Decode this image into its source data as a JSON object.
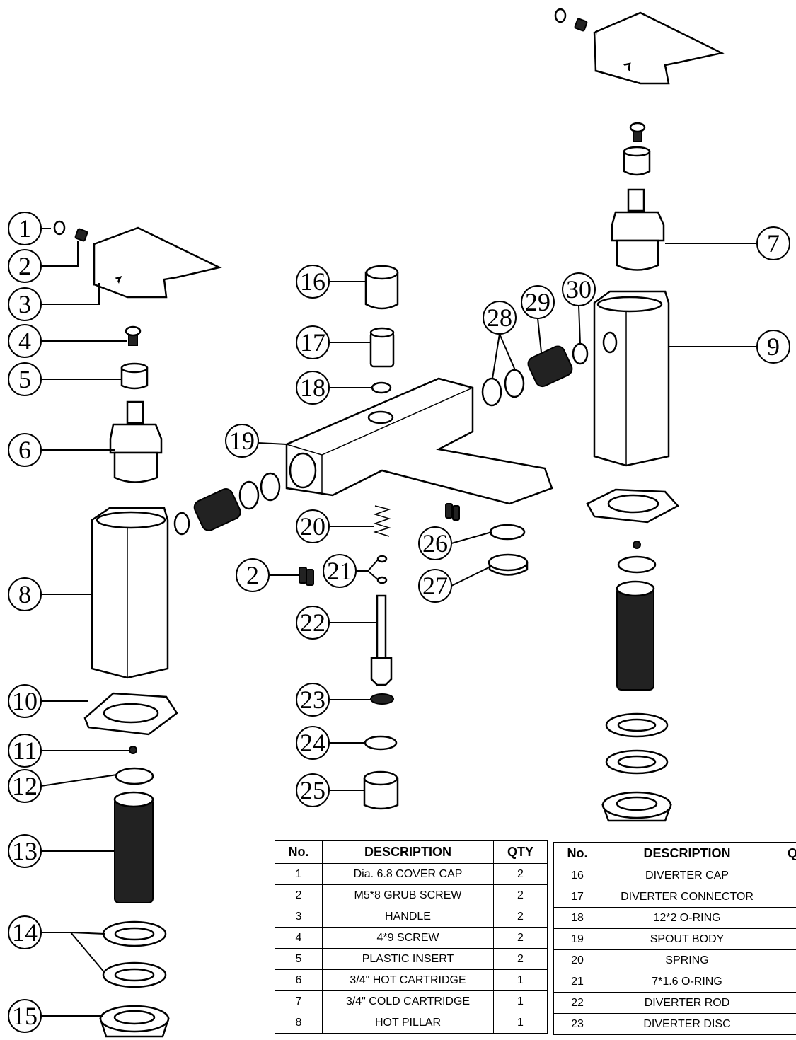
{
  "diagram": {
    "callouts": [
      {
        "num": "1"
      },
      {
        "num": "2"
      },
      {
        "num": "3"
      },
      {
        "num": "4"
      },
      {
        "num": "5"
      },
      {
        "num": "6"
      },
      {
        "num": "7"
      },
      {
        "num": "8"
      },
      {
        "num": "9"
      },
      {
        "num": "10"
      },
      {
        "num": "11"
      },
      {
        "num": "12"
      },
      {
        "num": "13"
      },
      {
        "num": "14"
      },
      {
        "num": "15"
      },
      {
        "num": "16"
      },
      {
        "num": "17"
      },
      {
        "num": "18"
      },
      {
        "num": "19"
      },
      {
        "num": "20"
      },
      {
        "num": "2"
      },
      {
        "num": "21"
      },
      {
        "num": "22"
      },
      {
        "num": "23"
      },
      {
        "num": "24"
      },
      {
        "num": "25"
      },
      {
        "num": "26"
      },
      {
        "num": "27"
      },
      {
        "num": "28"
      },
      {
        "num": "29"
      },
      {
        "num": "30"
      }
    ]
  },
  "table_left": {
    "headers": {
      "no": "No.",
      "description": "DESCRIPTION",
      "qty": "QTY"
    },
    "rows": [
      {
        "no": "1",
        "description": "Dia. 6.8  COVER CAP",
        "qty": "2"
      },
      {
        "no": "2",
        "description": "M5*8  GRUB SCREW",
        "qty": "2"
      },
      {
        "no": "3",
        "description": "HANDLE",
        "qty": "2"
      },
      {
        "no": "4",
        "description": "4*9  SCREW",
        "qty": "2"
      },
      {
        "no": "5",
        "description": "PLASTIC INSERT",
        "qty": "2"
      },
      {
        "no": "6",
        "description": "3/4\" HOT CARTRIDGE",
        "qty": "1"
      },
      {
        "no": "7",
        "description": "3/4\" COLD CARTRIDGE",
        "qty": "1"
      },
      {
        "no": "8",
        "description": "HOT PILLAR",
        "qty": "1"
      }
    ]
  },
  "table_right": {
    "headers": {
      "no": "No.",
      "description": "DESCRIPTION",
      "qty": "Q"
    },
    "rows": [
      {
        "no": "16",
        "description": "DIVERTER CAP",
        "qty": ""
      },
      {
        "no": "17",
        "description": "DIVERTER CONNECTOR",
        "qty": ""
      },
      {
        "no": "18",
        "description": "12*2  O-RING",
        "qty": ""
      },
      {
        "no": "19",
        "description": "SPOUT BODY",
        "qty": ""
      },
      {
        "no": "20",
        "description": "SPRING",
        "qty": ""
      },
      {
        "no": "21",
        "description": "7*1.6  O-RING",
        "qty": ""
      },
      {
        "no": "22",
        "description": "DIVERTER ROD",
        "qty": ""
      },
      {
        "no": "23",
        "description": "DIVERTER DISC",
        "qty": ""
      }
    ]
  }
}
